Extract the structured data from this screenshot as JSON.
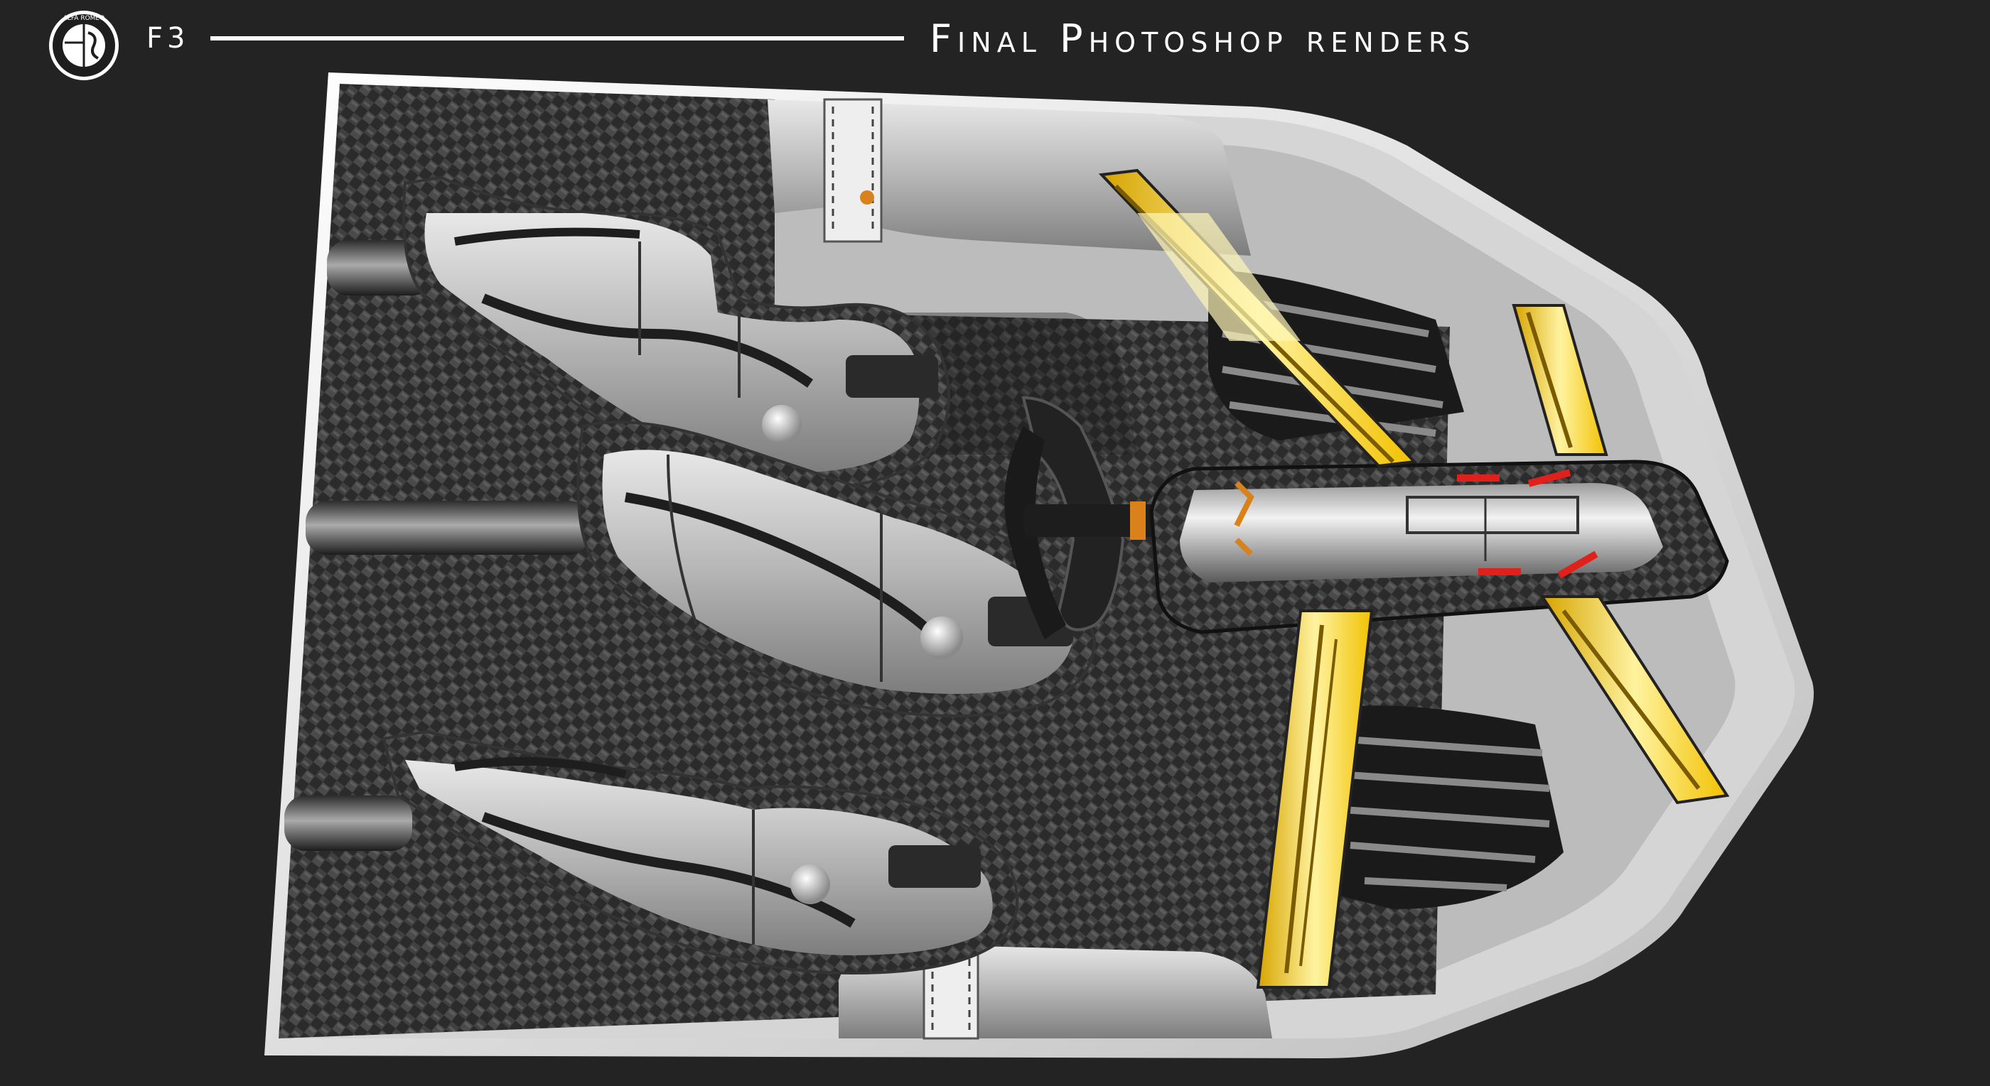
{
  "header": {
    "code": "F3",
    "title": "Final Photoshop renders",
    "logo": {
      "icon": "alfa-romeo-logo-icon",
      "text": "ALFA ROMEO"
    }
  },
  "render": {
    "description_icon": "cockpit-render-image"
  }
}
